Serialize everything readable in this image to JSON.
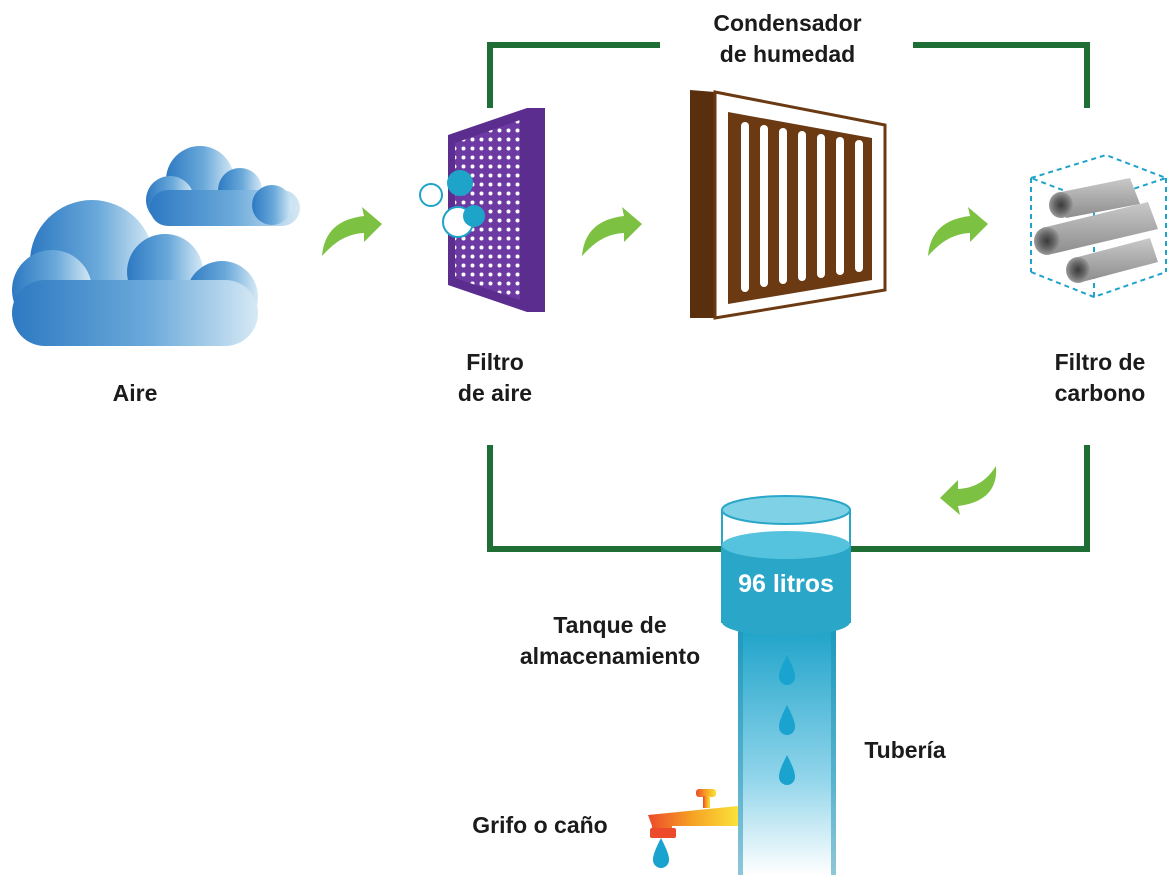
{
  "labels": {
    "air": "Aire",
    "air_filter": [
      "Filtro",
      "de aire"
    ],
    "condenser": [
      "Condensador",
      "de humedad"
    ],
    "carbon_filter": [
      "Filtro de",
      "carbono"
    ],
    "storage_tank": [
      "Tanque de",
      "almacenamiento"
    ],
    "tank_volume": "96 litros",
    "pipe": "Tubería",
    "faucet": "Grifo o caño"
  },
  "colors": {
    "frame_line": "#1e6e35",
    "arrow": "#7cc142",
    "cloud_dark": "#2f7cc4",
    "cloud_light": "#d5e8f4",
    "filter_purple": "#5b2d8f",
    "condenser_brown": "#6b3a12",
    "water": "#2aa6c8",
    "drop": "#1aa3cf",
    "faucet_orange": "#f08a24"
  },
  "icons": [
    "cloud-icon",
    "air-filter-icon",
    "condenser-icon",
    "carbon-filter-icon",
    "tank-icon",
    "pipe-icon",
    "faucet-icon",
    "water-drop-icon",
    "flow-arrow-icon"
  ]
}
